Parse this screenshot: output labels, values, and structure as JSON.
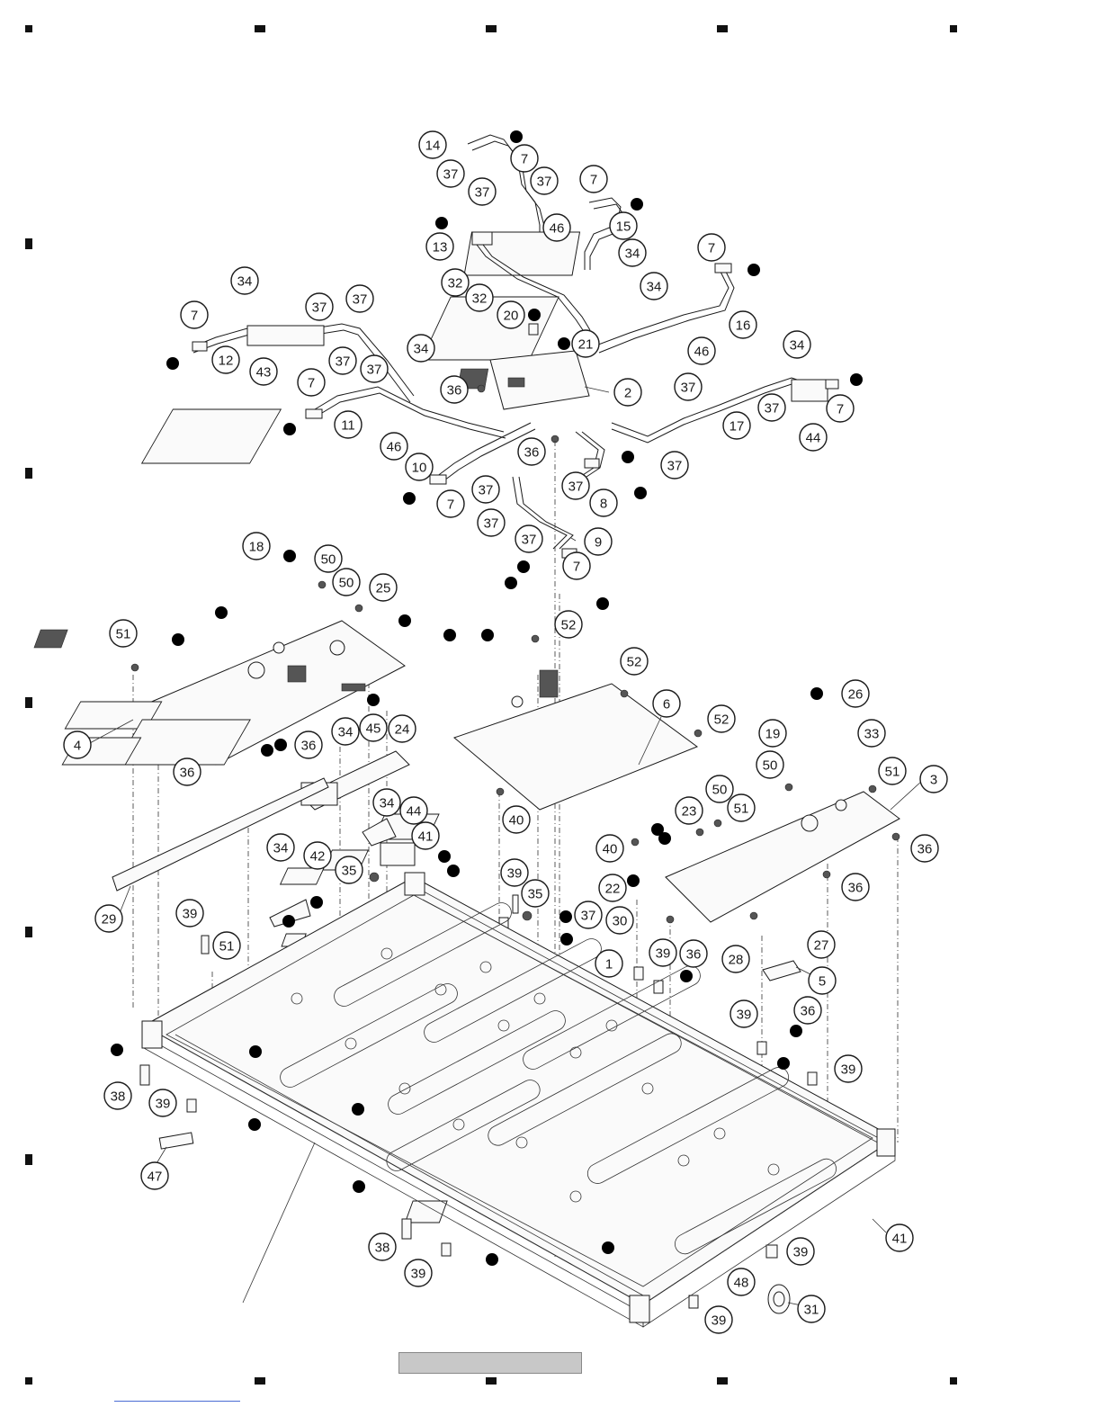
{
  "diagram": {
    "type": "exploded-parts-view",
    "callouts": [
      {
        "label": "14"
      },
      {
        "label": "7"
      },
      {
        "label": "37"
      },
      {
        "label": "37"
      },
      {
        "label": "37"
      },
      {
        "label": "7"
      },
      {
        "label": "15"
      },
      {
        "label": "46"
      },
      {
        "label": "13"
      },
      {
        "label": "34"
      },
      {
        "label": "32"
      },
      {
        "label": "32"
      },
      {
        "label": "7"
      },
      {
        "label": "34"
      },
      {
        "label": "16"
      },
      {
        "label": "34"
      },
      {
        "label": "37"
      },
      {
        "label": "37"
      },
      {
        "label": "7"
      },
      {
        "label": "12"
      },
      {
        "label": "43"
      },
      {
        "label": "20"
      },
      {
        "label": "21"
      },
      {
        "label": "46"
      },
      {
        "label": "34"
      },
      {
        "label": "34"
      },
      {
        "label": "37"
      },
      {
        "label": "37"
      },
      {
        "label": "7"
      },
      {
        "label": "11"
      },
      {
        "label": "36"
      },
      {
        "label": "2"
      },
      {
        "label": "37"
      },
      {
        "label": "37"
      },
      {
        "label": "17"
      },
      {
        "label": "7"
      },
      {
        "label": "44"
      },
      {
        "label": "46"
      },
      {
        "label": "36"
      },
      {
        "label": "10"
      },
      {
        "label": "37"
      },
      {
        "label": "37"
      },
      {
        "label": "7"
      },
      {
        "label": "37"
      },
      {
        "label": "8"
      },
      {
        "label": "37"
      },
      {
        "label": "37"
      },
      {
        "label": "9"
      },
      {
        "label": "7"
      },
      {
        "label": "18"
      },
      {
        "label": "50"
      },
      {
        "label": "50"
      },
      {
        "label": "25"
      },
      {
        "label": "51"
      },
      {
        "label": "52"
      },
      {
        "label": "52"
      },
      {
        "label": "6"
      },
      {
        "label": "26"
      },
      {
        "label": "52"
      },
      {
        "label": "36"
      },
      {
        "label": "4"
      },
      {
        "label": "34"
      },
      {
        "label": "45"
      },
      {
        "label": "24"
      },
      {
        "label": "36"
      },
      {
        "label": "19"
      },
      {
        "label": "33"
      },
      {
        "label": "50"
      },
      {
        "label": "51"
      },
      {
        "label": "3"
      },
      {
        "label": "40"
      },
      {
        "label": "50"
      },
      {
        "label": "23"
      },
      {
        "label": "51"
      },
      {
        "label": "40"
      },
      {
        "label": "36"
      },
      {
        "label": "34"
      },
      {
        "label": "44"
      },
      {
        "label": "41"
      },
      {
        "label": "34"
      },
      {
        "label": "42"
      },
      {
        "label": "35"
      },
      {
        "label": "39"
      },
      {
        "label": "35"
      },
      {
        "label": "22"
      },
      {
        "label": "36"
      },
      {
        "label": "29"
      },
      {
        "label": "39"
      },
      {
        "label": "51"
      },
      {
        "label": "30"
      },
      {
        "label": "37"
      },
      {
        "label": "1"
      },
      {
        "label": "39"
      },
      {
        "label": "36"
      },
      {
        "label": "28"
      },
      {
        "label": "27"
      },
      {
        "label": "5"
      },
      {
        "label": "36"
      },
      {
        "label": "39"
      },
      {
        "label": "39"
      },
      {
        "label": "38"
      },
      {
        "label": "39"
      },
      {
        "label": "47"
      },
      {
        "label": "41"
      },
      {
        "label": "38"
      },
      {
        "label": "39"
      },
      {
        "label": "39"
      },
      {
        "label": "48"
      },
      {
        "label": "31"
      },
      {
        "label": "39"
      }
    ]
  }
}
